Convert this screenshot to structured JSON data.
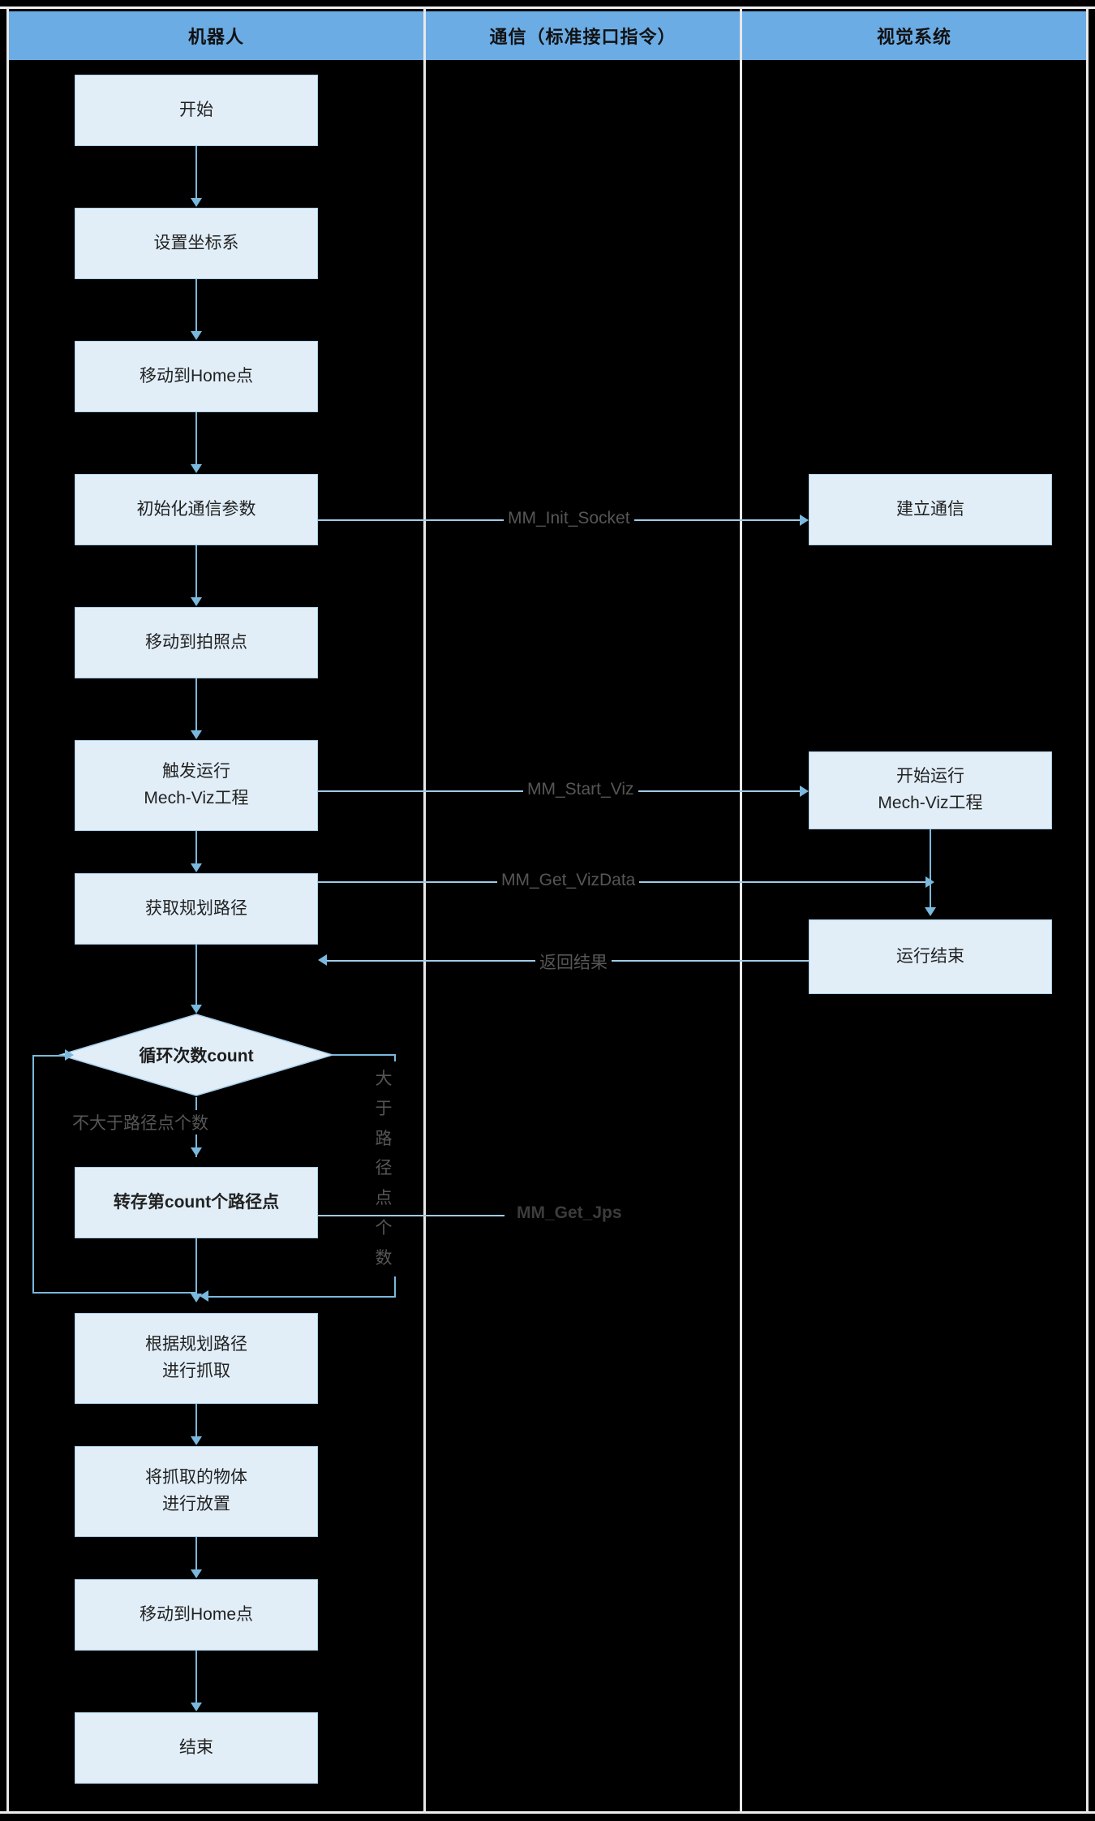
{
  "diagram": {
    "title_lanes": [
      {
        "id": "robot",
        "label": "机器人"
      },
      {
        "id": "comm",
        "label": "通信（标准接口指令）"
      },
      {
        "id": "vision",
        "label": "视觉系统"
      }
    ],
    "colors": {
      "lane_header": "#6bace5",
      "node_fill": "#e1eef8",
      "node_border": "#a9cfe9",
      "connector": "#7ab8dd",
      "label_text": "#565656",
      "background": "#000000"
    }
  },
  "robot_nodes": [
    {
      "id": "start",
      "line1": "开始",
      "line2": ""
    },
    {
      "id": "set-frame",
      "line1": "设置坐标系",
      "line2": ""
    },
    {
      "id": "move-home-1",
      "line1": "移动到Home点",
      "line2": ""
    },
    {
      "id": "init-comm",
      "line1": "初始化通信参数",
      "line2": ""
    },
    {
      "id": "move-photo",
      "line1": "移动到拍照点",
      "line2": ""
    },
    {
      "id": "trigger-viz",
      "line1": "触发运行",
      "line2": "Mech-Viz工程"
    },
    {
      "id": "get-path",
      "line1": "获取规划路径",
      "line2": ""
    },
    {
      "id": "store-point",
      "line1": "转存第count个路径点",
      "line2": ""
    },
    {
      "id": "pick",
      "line1": "根据规划路径",
      "line2": "进行抓取"
    },
    {
      "id": "place",
      "line1": "将抓取的物体",
      "line2": "进行放置"
    },
    {
      "id": "move-home-2",
      "line1": "移动到Home点",
      "line2": ""
    },
    {
      "id": "end",
      "line1": "结束",
      "line2": ""
    }
  ],
  "decision": {
    "id": "loop-count",
    "label": "循环次数count",
    "branch_no": "不大于路径点个数",
    "branch_yes": "大于路径点个数"
  },
  "vision_nodes": [
    {
      "id": "build-comm",
      "line1": "建立通信",
      "line2": ""
    },
    {
      "id": "viz-run",
      "line1": "开始运行",
      "line2": "Mech-Viz工程"
    },
    {
      "id": "viz-done",
      "line1": "运行结束",
      "line2": ""
    }
  ],
  "comm_labels": [
    {
      "id": "mm-init-socket",
      "text": "MM_Init_Socket"
    },
    {
      "id": "mm-start-viz",
      "text": "MM_Start_Viz"
    },
    {
      "id": "mm-get-vizdata",
      "text": "MM_Get_VizData"
    },
    {
      "id": "return-result",
      "text": "返回结果"
    },
    {
      "id": "mm-get-jps",
      "text": "MM_Get_Jps"
    }
  ]
}
